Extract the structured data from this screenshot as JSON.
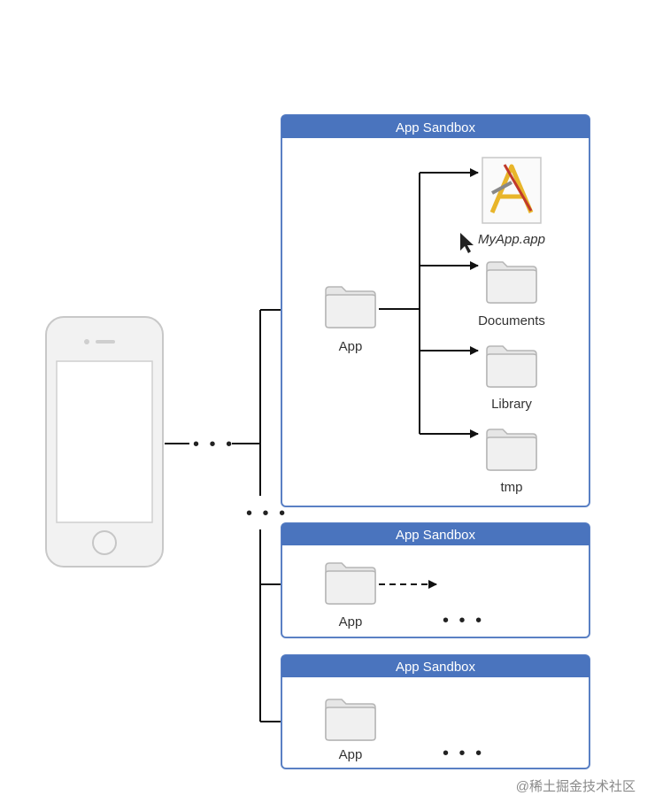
{
  "colors": {
    "sandbox_header": "#4a74be",
    "sandbox_border": "#5a80c4",
    "folder_fill": "#ececec",
    "folder_stroke": "#b9b9b9",
    "phone_body": "#f2f2f2",
    "phone_stroke": "#c8c8c8",
    "arrow": "#111111"
  },
  "sandboxes": [
    {
      "title": "App Sandbox",
      "root_label": "App",
      "children": [
        {
          "label": "MyApp.app",
          "icon": "app-bundle-icon"
        },
        {
          "label": "Documents",
          "icon": "folder-icon"
        },
        {
          "label": "Library",
          "icon": "folder-icon"
        },
        {
          "label": "tmp",
          "icon": "folder-icon"
        }
      ]
    },
    {
      "title": "App Sandbox",
      "root_label": "App",
      "ellipsis": "• • •"
    },
    {
      "title": "App Sandbox",
      "root_label": "App",
      "ellipsis": "• • •"
    }
  ],
  "connector_ellipsis": "• • •",
  "watermark": "@稀土掘金技术社区"
}
